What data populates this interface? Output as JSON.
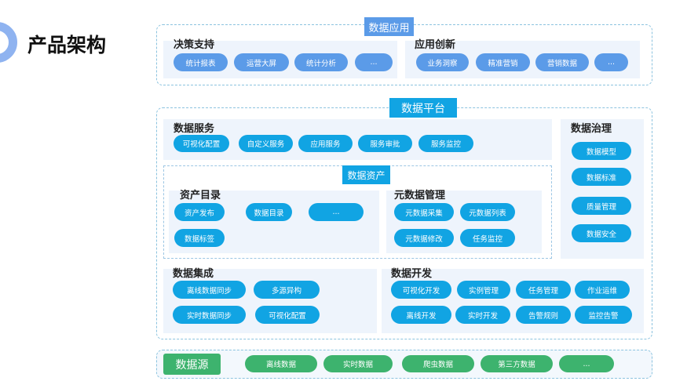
{
  "page_title": "产品架构",
  "app_layer": {
    "label": "数据应用",
    "decision": {
      "title": "决策支持",
      "items": [
        "统计报表",
        "运营大屏",
        "统计分析",
        "..."
      ]
    },
    "innovation": {
      "title": "应用创新",
      "items": [
        "业务洞察",
        "精准营销",
        "营销数据",
        "..."
      ]
    }
  },
  "platform": {
    "label": "数据平台",
    "service": {
      "title": "数据服务",
      "items": [
        "可视化配置",
        "自定义服务",
        "应用服务",
        "服务审批",
        "服务监控"
      ]
    },
    "governance": {
      "title": "数据治理",
      "items": [
        "数据模型",
        "数据标准",
        "质量管理",
        "数据安全"
      ]
    },
    "assets": {
      "label": "数据资产",
      "catalog": {
        "title": "资产目录",
        "items": [
          "资产发布",
          "数据目录",
          "...",
          "数据标签"
        ]
      },
      "metadata": {
        "title": "元数据管理",
        "items": [
          "元数据采集",
          "元数据列表",
          "元数据修改",
          "任务监控"
        ]
      }
    },
    "integration": {
      "title": "数据集成",
      "items": [
        "离线数据同步",
        "多源异构",
        "实时数据同步",
        "可视化配置"
      ]
    },
    "development": {
      "title": "数据开发",
      "items": [
        "可视化开发",
        "实例管理",
        "任务管理",
        "作业运维",
        "离线开发",
        "实时开发",
        "告警规则",
        "监控告警"
      ]
    }
  },
  "source": {
    "label": "数据源",
    "items": [
      "离线数据",
      "实时数据",
      "爬虫数据",
      "第三方数据",
      "..."
    ]
  },
  "colors": {
    "app": "#5b9be8",
    "platform": "#11a4e3",
    "source": "#3db36e"
  }
}
